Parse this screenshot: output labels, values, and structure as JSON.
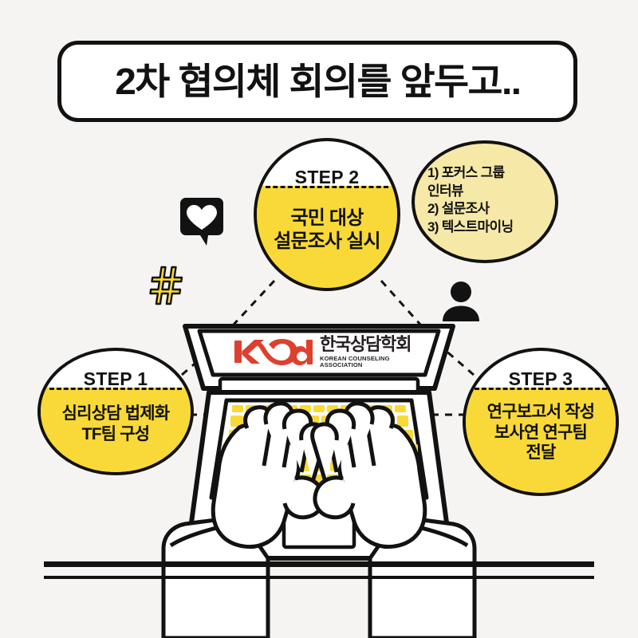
{
  "page": {
    "background_color": "#f5f4f2",
    "accent_yellow": "#f9d937",
    "accent_cream": "#f6e9a8",
    "accent_red": "#de4030",
    "ink": "#121212"
  },
  "header": {
    "title": "2차 협의체 회의를 앞두고.."
  },
  "steps": [
    {
      "id": "step1",
      "label": "STEP 1",
      "body": "심리상담 법제화\nTF팀 구성"
    },
    {
      "id": "step2",
      "label": "STEP 2",
      "body": "국민 대상\n설문조사 실시"
    },
    {
      "id": "step3",
      "label": "STEP 3",
      "body": "연구보고서 작성\n보사연 연구팀\n전달"
    }
  ],
  "methods": {
    "items": [
      "1) 포커스 그룹\n     인터뷰",
      "2) 설문조사",
      "3) 텍스트마이닝"
    ]
  },
  "logo": {
    "mark": "KCA",
    "korean_name": "한국상담학회",
    "english_name": "KOREAN COUNSELING ASSOCIATION"
  },
  "icons": {
    "chat": "chat-heart-icon",
    "hash": "hashtag-icon",
    "person": "person-icon",
    "laptop": "laptop-icon",
    "hands": "typing-hands-icon"
  }
}
